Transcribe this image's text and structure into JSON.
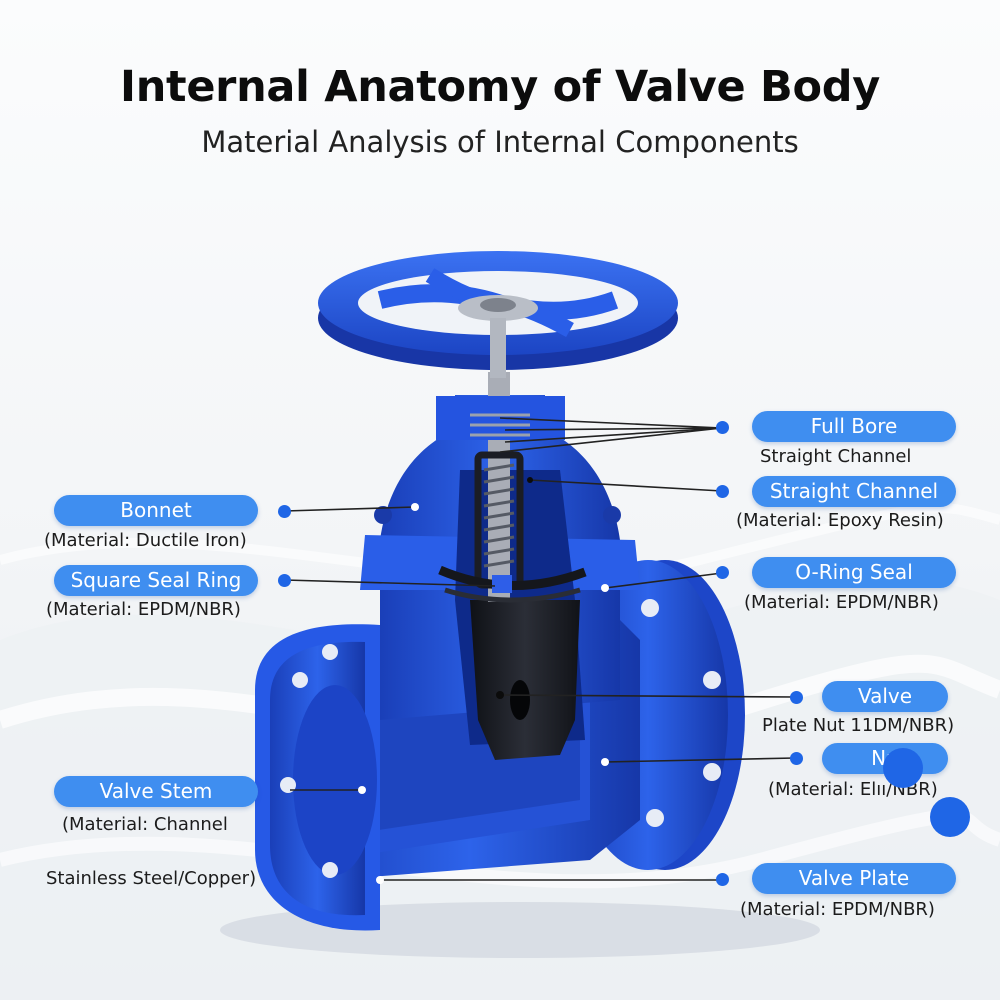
{
  "header": {
    "title": "Internal Anatomy of Valve Body",
    "subtitle": "Material Analysis of Internal Components"
  },
  "colors": {
    "accent_pill": "#3f8ef0",
    "valve_body": "#1f4fd8",
    "valve_dark": "#122f8f",
    "gate": "#1b1d24",
    "leader_line": "#222222"
  },
  "labels": {
    "full_bore": {
      "pill": "Full Bore",
      "desc": "Straight Channel"
    },
    "straight_channel": {
      "pill": "Straight Channel",
      "desc": "(Material: Epoxy Resin)"
    },
    "bonnet": {
      "pill": "Bonnet",
      "desc": "(Material: Ductile Iron)"
    },
    "square_seal_ring": {
      "pill": "Square Seal Ring",
      "desc": "(Material: EPDM/NBR)"
    },
    "o_ring_seal": {
      "pill": "O-Ring Seal",
      "desc": "(Material: EPDM/NBR)"
    },
    "valve": {
      "pill": "Valve",
      "desc": "Plate Nut 11DM/NBR)"
    },
    "nut": {
      "pill": "Nu",
      "desc": "(Material: Elıı/NBR)"
    },
    "valve_stem": {
      "pill": "Valve Stem",
      "desc": "(Material: Channel"
    },
    "stainless": {
      "desc": "Stainless Steel/Copper)"
    },
    "valve_plate": {
      "pill": "Valve Plate",
      "desc": "(Material: EPDM/NBR)"
    }
  }
}
